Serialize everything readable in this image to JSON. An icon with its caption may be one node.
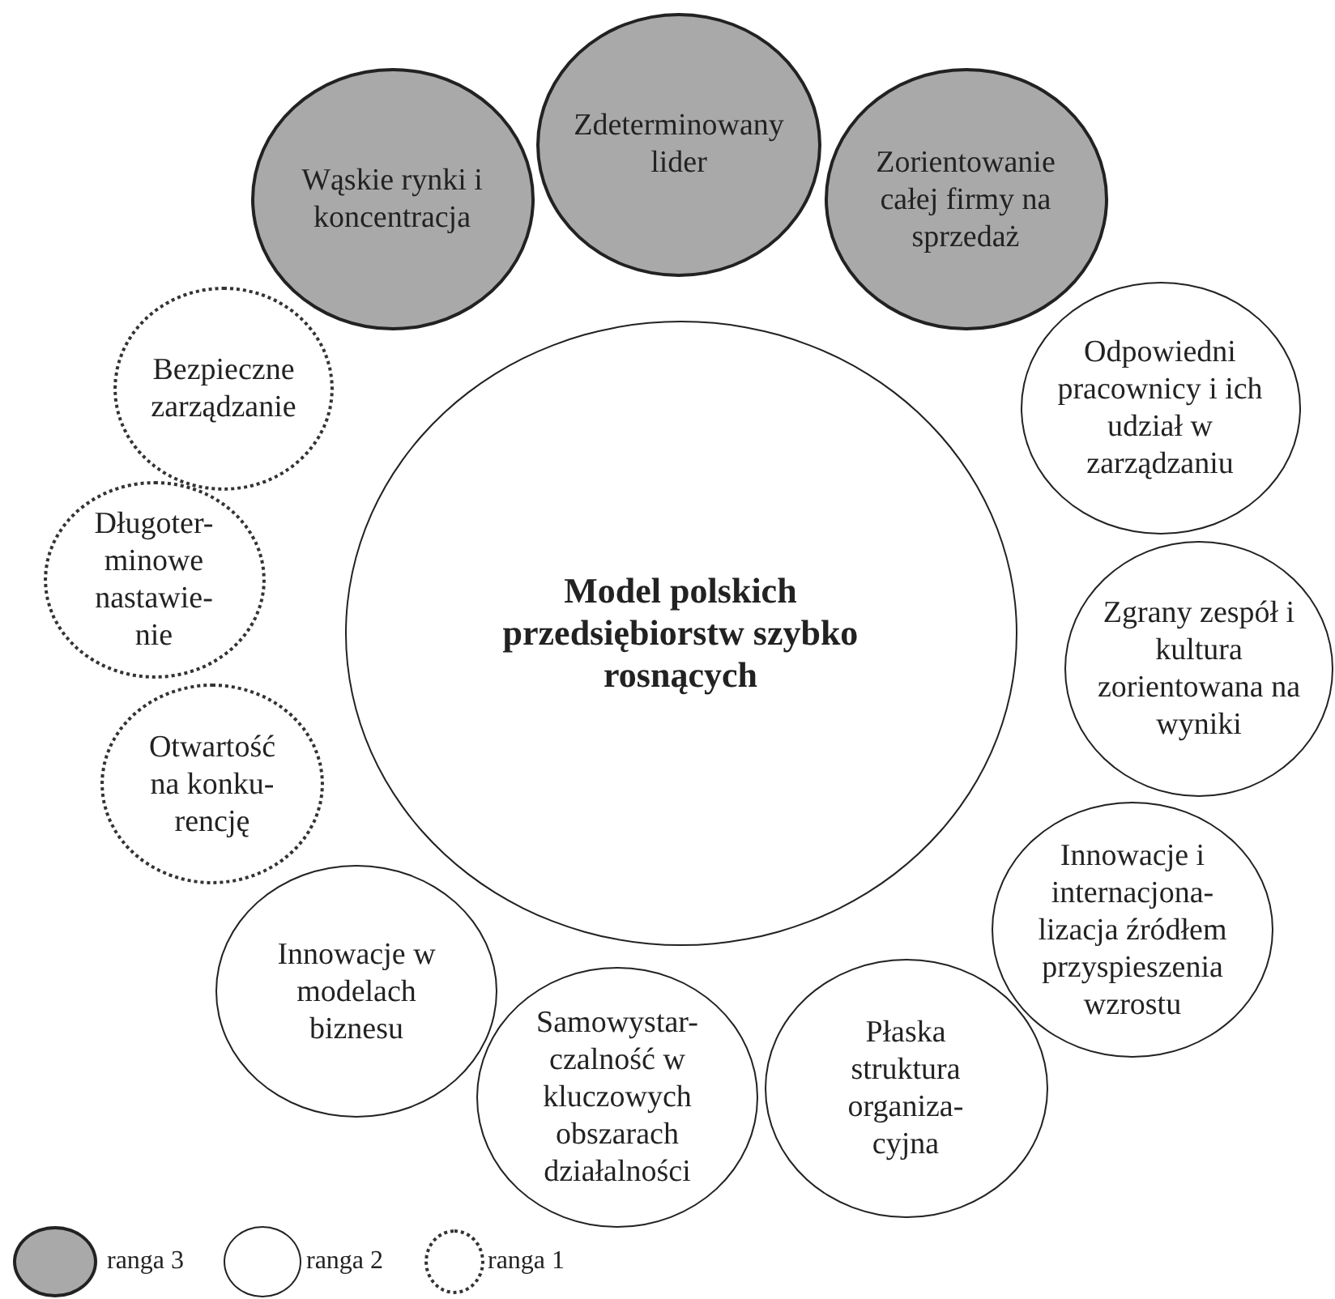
{
  "diagram": {
    "nodes": [
      {
        "text": [
          "Wąskie rynki i koncentracja"
        ]
      },
      {
        "text": [
          "Zdeterminowany lider"
        ]
      },
      {
        "text": [
          "Zorientowanie całej firmy na sprzedaż"
        ]
      },
      {
        "text": [
          "Bezpieczne zarządzanie"
        ]
      },
      {
        "text": [
          "Odpowiedni pracownicy i ich udział w zarządzaniu"
        ]
      },
      {
        "text": [
          "Model polskich przedsiębiorstw szybko rosnących"
        ]
      },
      {
        "text": [
          "Długoter- minowe nastawie- nie"
        ]
      },
      {
        "text": [
          "Zgrany zespół i kultura zorientowana na wyniki"
        ]
      },
      {
        "text": [
          "Otwartość na konku- rencję"
        ]
      },
      {
        "text": [
          "Innowacje i internacjona- lizacja źródłem przyspieszenia wzrostu"
        ]
      },
      {
        "text": [
          "Innowacje w modelach biznesu"
        ]
      },
      {
        "text": [
          "Samowystar- czalność w kluczowych obszarach działalności"
        ]
      },
      {
        "text": [
          "Płaska struktura organiza- cyjna"
        ]
      }
    ],
    "legend": [
      {
        "text": "ranga 3"
      },
      {
        "text": "ranga 2"
      },
      {
        "text": "ranga 1"
      }
    ]
  }
}
